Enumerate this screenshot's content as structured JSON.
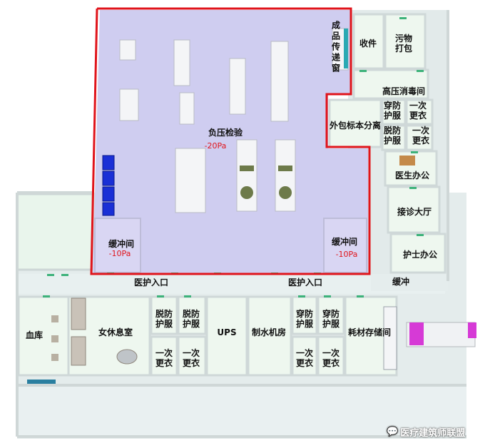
{
  "rooms": {
    "negative_lab": "负压检验",
    "negative_lab_pressure": "-20Pa",
    "finished_pass_window": "成品传递窗",
    "buffer_left": "缓冲间",
    "buffer_left_pressure": "-10Pa",
    "buffer_right": "缓冲间",
    "buffer_right_pressure": "-10Pa",
    "receiving": "收件",
    "dirty_pack": "污物\n打包",
    "autoclave": "高压消毒间",
    "outer_pack_separation": "外包标本分离",
    "don_ppe_top": "穿防\n护服",
    "first_change_top": "一次\n更衣",
    "doff_ppe_top": "脱防\n护服",
    "second_change_top": "一次\n更衣",
    "doctor_office": "医生办公",
    "reception_hall": "接诊大厅",
    "nurse_office": "护士办公",
    "buffer_corridor": "缓冲",
    "care_entry_left": "医护入口",
    "care_entry_right": "医护入口",
    "blood_bank": "血库",
    "female_rest": "女休息室",
    "doff_ppe_a": "脱防\n护服",
    "doff_ppe_b": "脱防\n护服",
    "first_change_a": "一次\n更衣",
    "first_change_b": "一次\n更衣",
    "ups": "UPS",
    "water_room": "制水机房",
    "don_ppe_a": "穿防\n护服",
    "don_ppe_b": "穿防\n护服",
    "first_change_c": "一次\n更衣",
    "first_change_d": "一次\n更衣",
    "consumables": "耗材存储间"
  },
  "watermark": "医疗建筑师联盟",
  "colors": {
    "boundary": "#e0141b",
    "lab_floor": "#cfcdf0",
    "room_floor": "#eef7ef",
    "corridor": "#e9f1f1",
    "wall": "#dfe6e6",
    "door": "#3db27a",
    "cabinet_blue": "#1a2fd6",
    "pass_window": "#2aa9b3",
    "truck": "#d63ad6"
  }
}
